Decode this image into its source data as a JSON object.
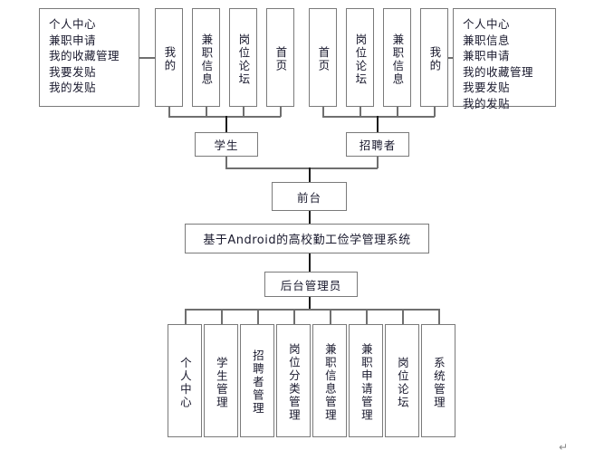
{
  "diagram": {
    "title": "基于Android的高校勤工俭学管理系统",
    "student_menu": {
      "label": "学生",
      "detail_lines": [
        "个人中心",
        "兼职申请",
        "我的收藏管理",
        "我要发贴",
        "我的发贴"
      ],
      "tabs": [
        "我的",
        "兼职信息",
        "岗位论坛",
        "首页"
      ]
    },
    "recruiter_menu": {
      "label": "招聘者",
      "detail_lines": [
        "个人中心",
        "兼职信息",
        "兼职申请",
        "我的收藏管理",
        "我要发贴",
        "我的发贴"
      ],
      "tabs": [
        "首页",
        "岗位论坛",
        "兼职信息",
        "我的"
      ]
    },
    "frontend": "前台",
    "admin": "后台管理员",
    "admin_modules": [
      "个人中心",
      "学生管理",
      "招聘者管理",
      "岗位分类管理",
      "兼职信息管理",
      "兼职申请管理",
      "岗位论坛",
      "系统管理"
    ],
    "paragraph_mark": "↵"
  }
}
